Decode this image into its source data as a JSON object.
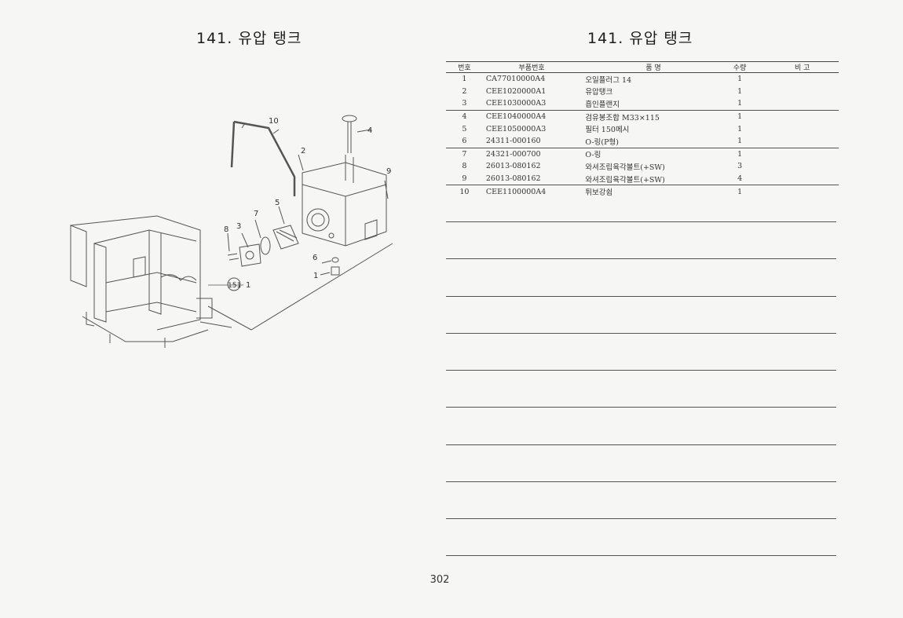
{
  "title_left": "141. 유압 탱크",
  "title_right": "141. 유압 탱크",
  "table": {
    "headers": [
      "번호",
      "부품번호",
      "품 명",
      "수량",
      "비 고"
    ],
    "rows": [
      [
        "1",
        "CA77010000A4",
        "오일플러그 14",
        "1",
        ""
      ],
      [
        "2",
        "CEE1020000A1",
        "유압탱크",
        "1",
        ""
      ],
      [
        "3",
        "CEE1030000A3",
        "흡인플랜지",
        "1",
        ""
      ],
      [
        "4",
        "CEE1040000A4",
        "검유봉조합 M33×115",
        "1",
        ""
      ],
      [
        "5",
        "CEE1050000A3",
        "필터 150메시",
        "1",
        ""
      ],
      [
        "6",
        "24311-000160",
        "O-링(P형)",
        "1",
        ""
      ],
      [
        "7",
        "24321-000700",
        "O-링",
        "1",
        ""
      ],
      [
        "8",
        "26013-080162",
        "와셔조립육각볼트(+SW)",
        "3",
        ""
      ],
      [
        "9",
        "26013-080162",
        "와셔조립육각볼트(+SW)",
        "4",
        ""
      ],
      [
        "10",
        "CEE1100000A4",
        "튀보강쉼",
        "1",
        ""
      ]
    ]
  },
  "diagram": {
    "callouts": [
      "10",
      "4",
      "2",
      "9",
      "5",
      "7",
      "8",
      "3",
      "6",
      "1",
      "151",
      "1"
    ]
  },
  "page_number": "302"
}
